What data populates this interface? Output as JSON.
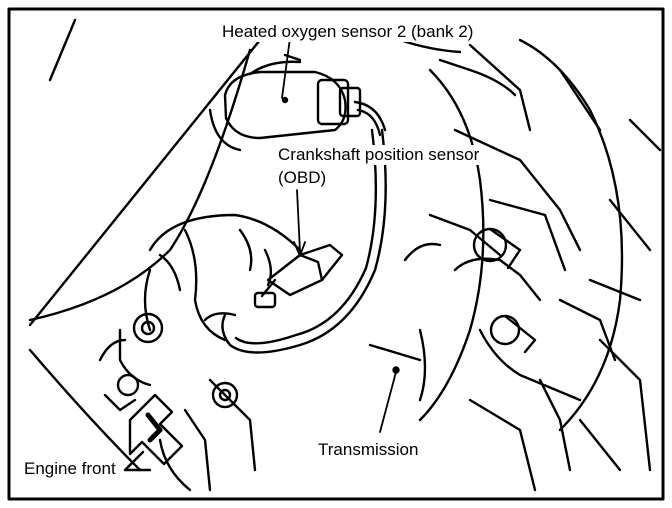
{
  "labels": {
    "o2_sensor": "Heated oxygen sensor 2 (bank 2)",
    "crankshaft_line1": "Crankshaft position sensor",
    "crankshaft_line2": "(OBD)",
    "transmission": "Transmission",
    "engine_front": "Engine front"
  },
  "colors": {
    "ink": "#000000",
    "paper": "#ffffff"
  }
}
